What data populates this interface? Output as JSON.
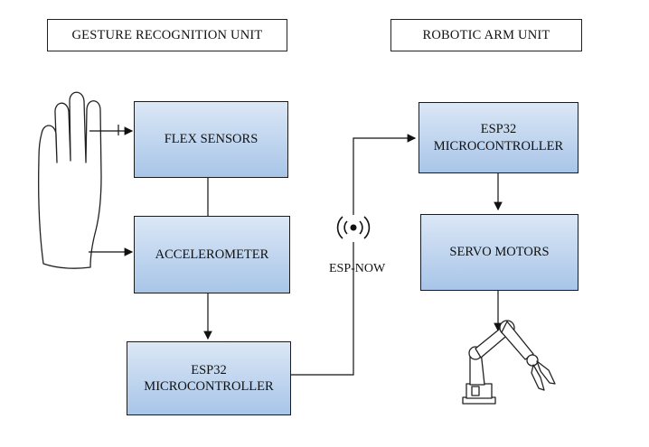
{
  "units": {
    "gesture": "GESTURE RECOGNITION UNIT",
    "robotic": "ROBOTIC ARM UNIT"
  },
  "blocks": {
    "flex_sensors": "FLEX SENSORS",
    "accelerometer": "ACCELEROMETER",
    "esp32_left": {
      "line1": "ESP32",
      "line2": "MICROCONTROLLER"
    },
    "esp32_right": {
      "line1": "ESP32",
      "line2": "MICROCONTROLLER"
    },
    "servo_motors": "SERVO MOTORS"
  },
  "wireless": {
    "label": "ESP-NOW"
  },
  "icons": [
    "hand-icon",
    "wireless-signal-icon",
    "robotic-arm-icon"
  ],
  "colors": {
    "block_top": "#dbe7f6",
    "block_bottom": "#a8c5e8",
    "line": "#111111"
  }
}
